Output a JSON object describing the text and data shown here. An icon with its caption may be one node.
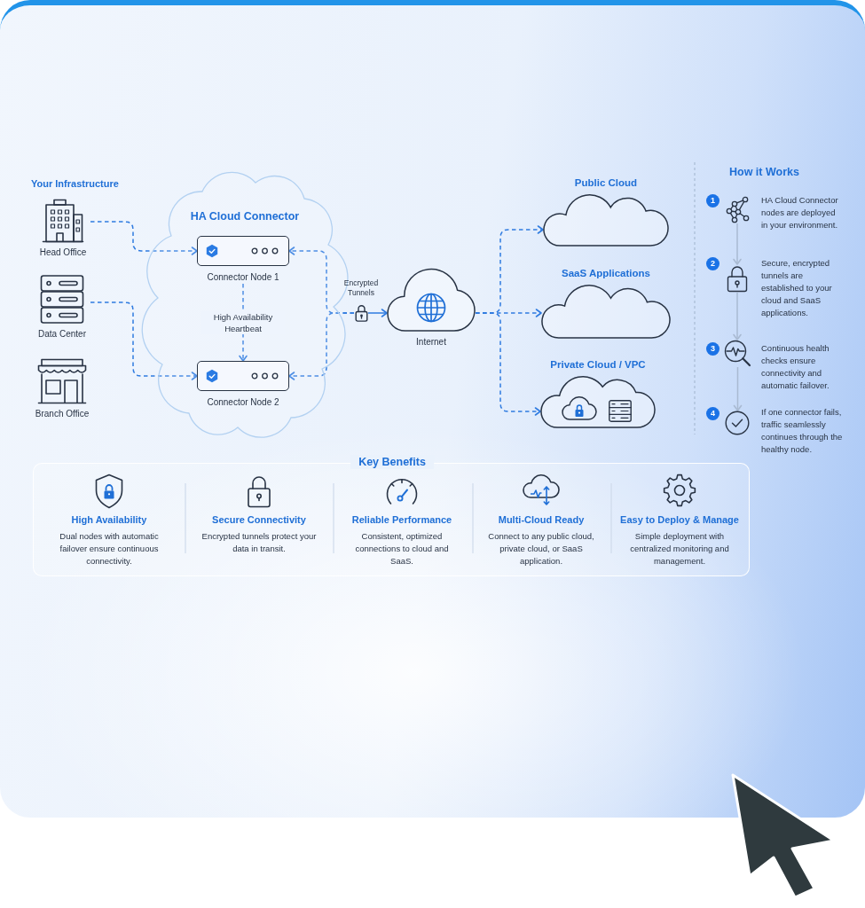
{
  "diagram": {
    "nodes": [
      {
        "text": [
          "Head Office"
        ]
      },
      {
        "text": [
          "Data Center"
        ]
      },
      {
        "text": [
          "Branch Office"
        ]
      },
      {
        "text": [
          "HA Cloud Connector"
        ]
      },
      {
        "text": [
          "Connector Node 1"
        ],
        "in": 3
      },
      {
        "text": [
          "Connector Node 2"
        ],
        "in": 3
      },
      {
        "text": [
          "Encrypted Tunnels"
        ]
      },
      {
        "text": [
          "Internet"
        ]
      },
      {
        "text": [
          "Public Cloud"
        ]
      },
      {
        "text": [
          "SaaS Applications"
        ]
      },
      {
        "text": [
          "Private Cloud / VPC"
        ]
      },
      {
        "text": [
          "1"
        ]
      },
      {
        "text": [],
        "shape": "picture",
        "beside": [
          "HA Cloud Connector nodes are deployed in your environment."
        ]
      },
      {
        "text": [
          "2"
        ]
      },
      {
        "text": [],
        "shape": "picture",
        "beside": [
          "Secure, encrypted tunnels are established to your cloud and SaaS applications."
        ]
      },
      {
        "text": [
          "3"
        ]
      },
      {
        "text": [],
        "shape": "picture",
        "beside": [
          "Continuous health checks ensure connectivity and automatic failover."
        ]
      },
      {
        "text": [
          "4"
        ]
      },
      {
        "text": [],
        "shape": "picture",
        "beside": [
          "If one connector fails, traffic seamlessly continues through the healthy node."
        ]
      },
      {
        "text": [
          "Key Benefits"
        ]
      }
    ],
    "edges": [
      {
        "from": 0,
        "to": 4,
        "arrow": "to",
        "style": "dashed"
      },
      {
        "from": 1,
        "to": 5,
        "arrow": "to",
        "style": "dashed"
      },
      {
        "from": 4,
        "to": 5,
        "arrow": "to",
        "label": "High Availability Heartbeat",
        "style": "dashed"
      },
      {
        "from": 6,
        "to": 4,
        "arrow": "to",
        "style": "dashed"
      },
      {
        "from": 6,
        "to": 5,
        "arrow": "to",
        "style": "dashed"
      },
      {
        "from": 6,
        "to": 7,
        "arrow": "to"
      },
      {
        "from": 7,
        "to": 8,
        "arrow": "to",
        "style": "dashed"
      },
      {
        "from": 7,
        "to": 9,
        "arrow": "to",
        "style": "dashed"
      },
      {
        "from": 7,
        "to": 10,
        "arrow": "to",
        "style": "dashed"
      },
      {
        "from": 12,
        "to": 14,
        "arrow": "to",
        "color": "#a9bad2"
      },
      {
        "from": 14,
        "to": 16,
        "arrow": "to",
        "color": "#a9bad2"
      },
      {
        "from": 16,
        "to": 18,
        "arrow": "to",
        "color": "#a9bad2"
      }
    ],
    "labels": [
      "Your Infrastructure",
      "How it Works",
      "High Availability",
      "Dual nodes with automatic failover ensure continuous connectivity.",
      "Secure Connectivity",
      "Encrypted tunnels protect your data in transit.",
      "Reliable Performance",
      "Consistent, optimized connections to cloud and SaaS.",
      "Multi-Cloud Ready",
      "Connect to any public cloud, private cloud, or SaaS application.",
      "Easy to Deploy & Manage",
      "Simple deployment with centralized monitoring and management."
    ]
  }
}
